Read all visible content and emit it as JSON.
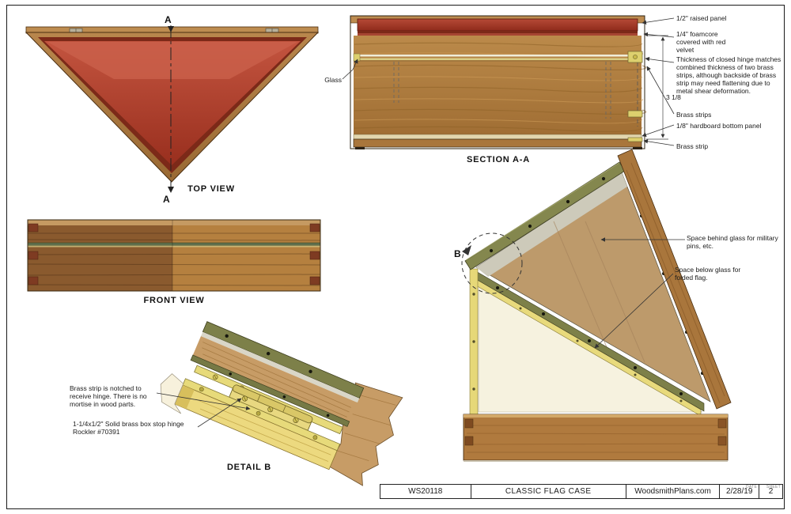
{
  "title_block": {
    "plan_number": "WS20118",
    "title": "CLASSIC FLAG CASE",
    "website": "WoodsmithPlans.com",
    "date_label": "DATE",
    "date": "2/28/19",
    "sheet_label": "SHEET",
    "sheet": "2"
  },
  "views": {
    "top": {
      "caption": "TOP VIEW",
      "marker_top": "A",
      "marker_bottom": "A"
    },
    "section": {
      "caption": "SECTION A-A",
      "labels": {
        "raised_panel": "1/2\" raised panel",
        "foamcore": "1/4\" foamcore covered with red velvet",
        "hinge_note": "Thickness of closed hinge matches combined thickness of two brass strips, although backside of brass strip may need flattening due to metal shear deformation.",
        "glass": "Glass",
        "dim_height": "3 1/8",
        "brass_strips": "Brass strips",
        "hardboard": "1/8\" hardboard bottom panel",
        "brass_strip": "Brass strip"
      }
    },
    "front": {
      "caption": "FRONT VIEW"
    },
    "detail": {
      "caption": "DETAIL  B",
      "labels": {
        "notch_note": "Brass strip is notched to receive hinge. There is no mortise in wood parts.",
        "hinge_spec": "1-1/4x1/2\" Solid brass box stop hinge Rockler #70391"
      }
    },
    "side": {
      "detail_marker": "B",
      "labels": {
        "behind": "Space behind glass for military pins, etc.",
        "below": "Space below glass for folded flag."
      }
    }
  },
  "colors": {
    "wood": "#a9763c",
    "wood_dark": "#8a5a2e",
    "flag_red": "#a63a28",
    "brass": "#e6d878",
    "olive": "#7d8049",
    "glass": "#cdc9ba"
  }
}
